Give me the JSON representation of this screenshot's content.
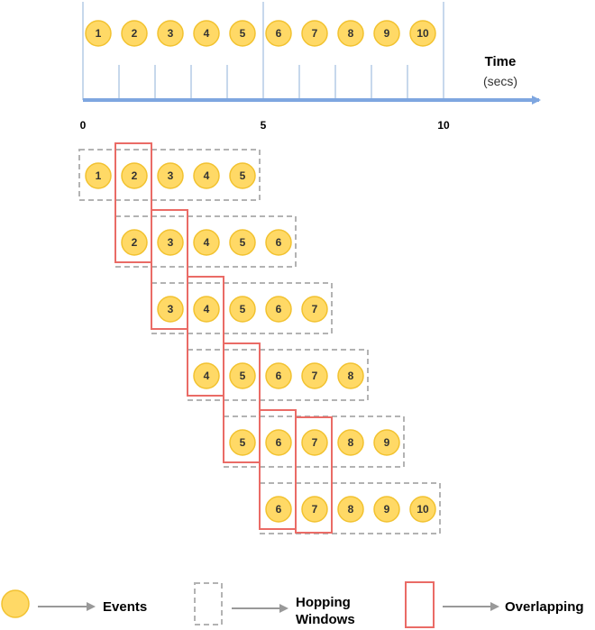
{
  "timeline": {
    "time_label": "Time",
    "unit_label": "(secs)",
    "ticks": [
      {
        "t": 0,
        "label": "0"
      },
      {
        "t": 5,
        "label": "5"
      },
      {
        "t": 10,
        "label": "10"
      }
    ],
    "events": [
      "1",
      "2",
      "3",
      "4",
      "5",
      "6",
      "7",
      "8",
      "9",
      "10"
    ]
  },
  "windows": [
    {
      "events": [
        "1",
        "2",
        "3",
        "4",
        "5"
      ]
    },
    {
      "events": [
        "2",
        "3",
        "4",
        "5",
        "6"
      ]
    },
    {
      "events": [
        "3",
        "4",
        "5",
        "6",
        "7"
      ]
    },
    {
      "events": [
        "4",
        "5",
        "6",
        "7",
        "8"
      ]
    },
    {
      "events": [
        "5",
        "6",
        "7",
        "8",
        "9"
      ]
    },
    {
      "events": [
        "6",
        "7",
        "8",
        "9",
        "10"
      ]
    }
  ],
  "legend": {
    "events": "Events",
    "hopping_line1": "Hopping",
    "hopping_line2": "Windows",
    "overlapping": "Overlapping"
  },
  "colors": {
    "event_fill": "#FFD966",
    "event_stroke": "#F2C230",
    "axis": "#7EA6E0",
    "tick": "#B4CBE6",
    "window_stroke": "#B3B3B3",
    "overlap_stroke": "#EA6B66",
    "arrow": "#999999"
  }
}
